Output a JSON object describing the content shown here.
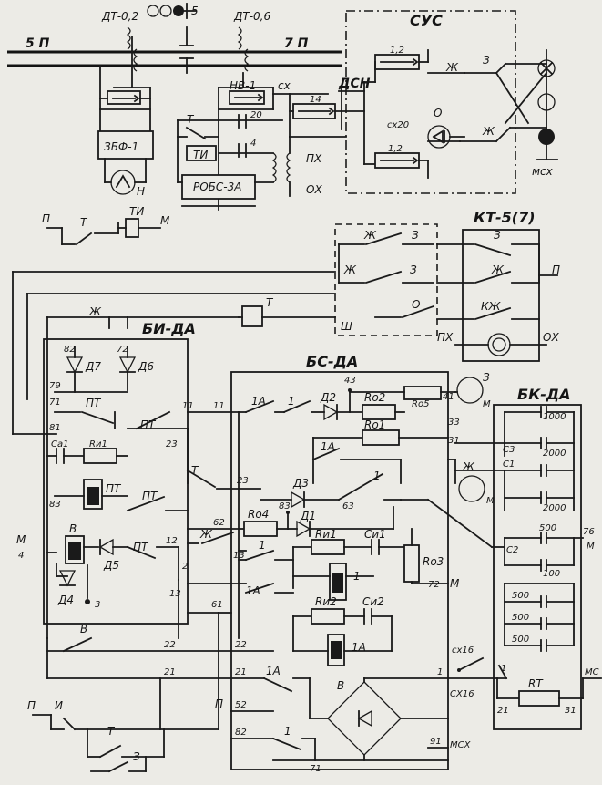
{
  "labels": {
    "dt02": "ДТ-0,2",
    "dt06": "ДТ-0,6",
    "five": "5",
    "bus5p": "5 П",
    "bus7p": "7 П",
    "sus": "СУС",
    "zbf1": "ЗБФ-1",
    "n_lamp": "Н",
    "t_top": "Т",
    "ti_top": "ТИ",
    "nv1": "НВ-1",
    "c20": "20",
    "c4": "4",
    "robs": "РОБС-3А",
    "sx": "сх",
    "dsn": "ДСН",
    "r14": "14",
    "px_top": "ПХ",
    "ox_top": "ОХ",
    "sus_12a": "1,2",
    "sus_zh1": "Ж",
    "sus_z": "З",
    "sus_sx20": "сх20",
    "sus_o": "О",
    "sus_zh2": "Ж",
    "sus_12b": "1,2",
    "msx_top": "мсх",
    "p_ctl": "П",
    "t_ctl": "Т",
    "ti_ctl": "ТИ",
    "m_ctl": "М",
    "sh_zh": "Ж",
    "sh_z1": "З",
    "sh_zh2": "Ж",
    "sh_z2": "З",
    "sh_o": "О",
    "sh": "Ш",
    "kt5": "КТ-5(7)",
    "kt_z": "З",
    "kt_zh": "Ж",
    "kt_kzh": "КЖ",
    "kt_p": "П",
    "kt_px": "ПХ",
    "kt_ox": "ОХ",
    "zh_mid": "Ж",
    "t_mid": "Т",
    "bi_da": "БИ-ДА",
    "n82": "82",
    "n72": "72",
    "d7": "Д7",
    "d6": "Д6",
    "n79": "79",
    "n71": "71",
    "pt1": "ПТ",
    "n81": "81",
    "sa1_bi": "Са1",
    "ri1_bi": "Rи1",
    "pt_relay": "ПТ",
    "n83": "83",
    "pt2": "ПТ",
    "n11a": "11",
    "n23a": "23",
    "pt3": "ПТ",
    "n12": "12",
    "m_left": "М",
    "n4": "4",
    "v_relay": "В",
    "d5": "Д5",
    "pt4": "ПТ",
    "d4": "Д4",
    "n3": "3",
    "n2": "2",
    "n13a": "13",
    "bs_da": "БС-ДА",
    "n43": "43",
    "n11b": "11",
    "c1a_top": "1А",
    "c1_top": "1",
    "d2": "Д2",
    "ro2": "Rо2",
    "ro5": "Rо5",
    "n41": "41",
    "motor_z": "З",
    "motor_m1": "М",
    "n33": "33",
    "ro1": "Rо1",
    "n31": "31",
    "c1a_mid": "1А",
    "t_bs": "Т",
    "n23b": "23",
    "d3": "Д3",
    "n83b": "83",
    "n63": "63",
    "c1_mid": "1",
    "motor_zh": "Ж",
    "motor_m2": "М",
    "ro4": "Rо4",
    "d1": "Д1",
    "n62": "62",
    "zh_bs": "Ж",
    "n13b": "13",
    "c1_left": "1",
    "c1a_left": "1А",
    "ri1_bs": "Rи1",
    "si1": "Си1",
    "relay1": "1",
    "ro3": "Rо3",
    "n72b": "72",
    "m_bs": "М",
    "n61": "61",
    "ri2": "Rи2",
    "si2": "Си2",
    "relay1a": "1А",
    "v_left": "В",
    "n22a": "22",
    "n22b": "22",
    "n21a": "21",
    "n21b": "21",
    "c1a_bot": "1А",
    "v_bridge": "В",
    "n1": "1",
    "sx16_bs": "СХ16",
    "p_bs": "П",
    "n52": "52",
    "n82b": "82",
    "c1_bot": "1",
    "n91": "91",
    "msx_bot": "МСХ",
    "n71b": "71",
    "p_bot": "П",
    "i_bot": "И",
    "t_bot": "Т",
    "z_bot": "З",
    "bk_da": "БК-ДА",
    "c1000": "1000",
    "c2000a": "2000",
    "c2000b": "2000",
    "c500": "500",
    "c100": "100",
    "c500b": "500",
    "c500c": "500",
    "c500d": "500",
    "s3": "С3",
    "s1": "С1",
    "s2": "С2",
    "n76": "76",
    "m_right": "М",
    "sx16_bk": "сх16",
    "bk1": "1",
    "rt": "RТ",
    "n21c": "21",
    "n31b": "31",
    "mc": "МС"
  }
}
